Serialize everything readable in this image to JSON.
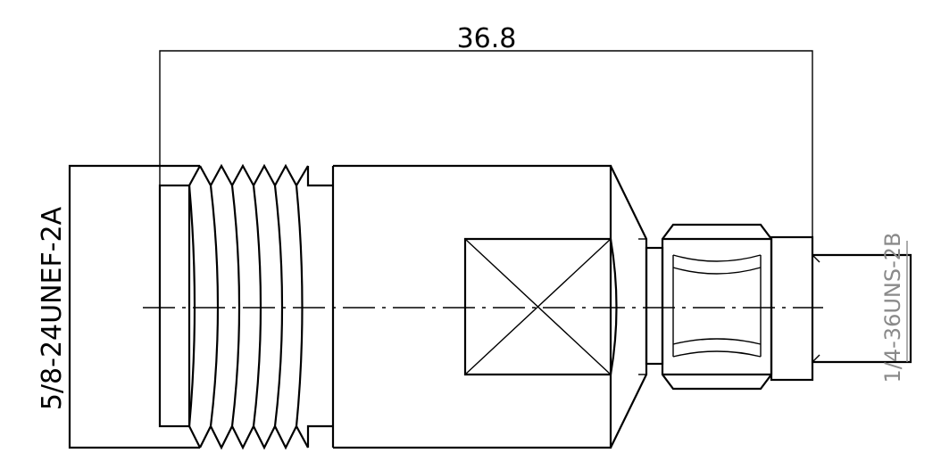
{
  "drawing": {
    "overall_length_label": "36.8",
    "left_thread_label": "5/8-24UNEF-2A",
    "right_thread_label": "1/4-36UNS-2B"
  },
  "colors": {
    "line": "#000000",
    "secondary_text": "#8a8a8a",
    "background": "#ffffff"
  }
}
